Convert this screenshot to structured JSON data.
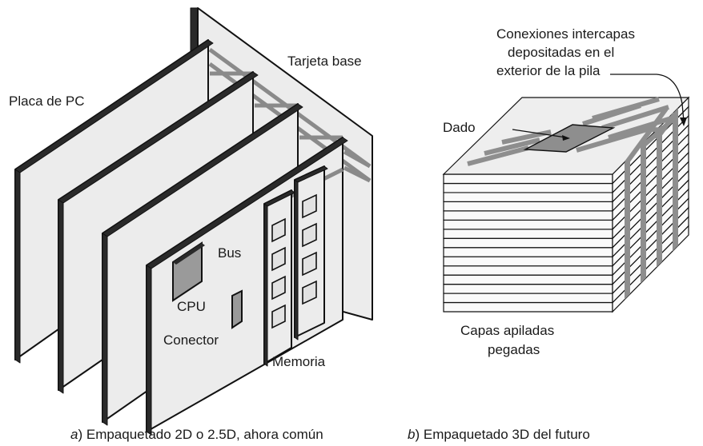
{
  "diagram_a": {
    "labels": {
      "placa_pc": "Placa de PC",
      "tarjeta_base": "Tarjeta base",
      "bus": "Bus",
      "cpu": "CPU",
      "conector": "Conector",
      "memoria": "Memoria"
    },
    "caption_letter": "a",
    "caption_text": ") Empaquetado 2D o 2.5D, ahora común"
  },
  "diagram_b": {
    "labels": {
      "conexiones_line1": "Conexiones intercapas",
      "conexiones_line2": "depositadas en el",
      "conexiones_line3": "exterior de la pila",
      "dado": "Dado",
      "capas_line1": "Capas apiladas",
      "capas_line2": "pegadas"
    },
    "layer_count": 15,
    "caption_letter": "b",
    "caption_text": ") Empaquetado 3D del futuro"
  },
  "colors": {
    "panel": "#ececec",
    "bus": "#8a8a8a",
    "die": "#8e8e8e",
    "outline": "#111111"
  }
}
